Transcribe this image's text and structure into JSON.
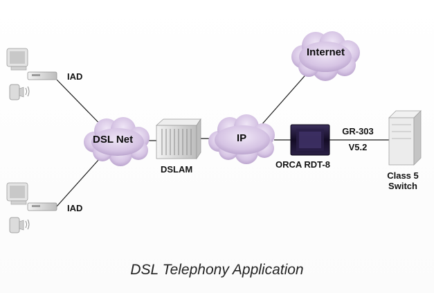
{
  "diagram": {
    "nodes": {
      "dsl_net": "DSL Net",
      "ip": "IP",
      "internet": "Internet",
      "dslam": "DSLAM",
      "orca": "ORCA RDT-8",
      "iad_top": "IAD",
      "iad_bottom": "IAD",
      "switch_line1": "Class 5",
      "switch_line2": "Switch"
    },
    "link_label": {
      "line1": "GR-303",
      "line2": "V5.2"
    },
    "caption": "DSL Telephony Application"
  },
  "colors": {
    "cloud_fill": "#d9c8e6",
    "cloud_shadow": "#b9a3cc",
    "line": "#1a1a1a",
    "device_gray": "#dcdcdc",
    "orca_body": "#1a1230"
  }
}
